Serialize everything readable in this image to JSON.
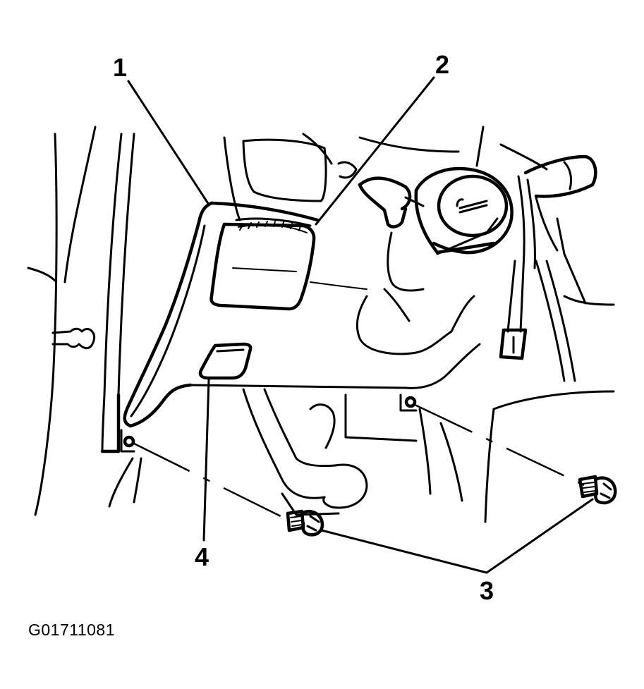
{
  "callouts": [
    {
      "id": "1",
      "label": "1"
    },
    {
      "id": "2",
      "label": "2"
    },
    {
      "id": "3",
      "label": "3"
    },
    {
      "id": "4",
      "label": "4"
    }
  ],
  "figure_id": "G01711081"
}
